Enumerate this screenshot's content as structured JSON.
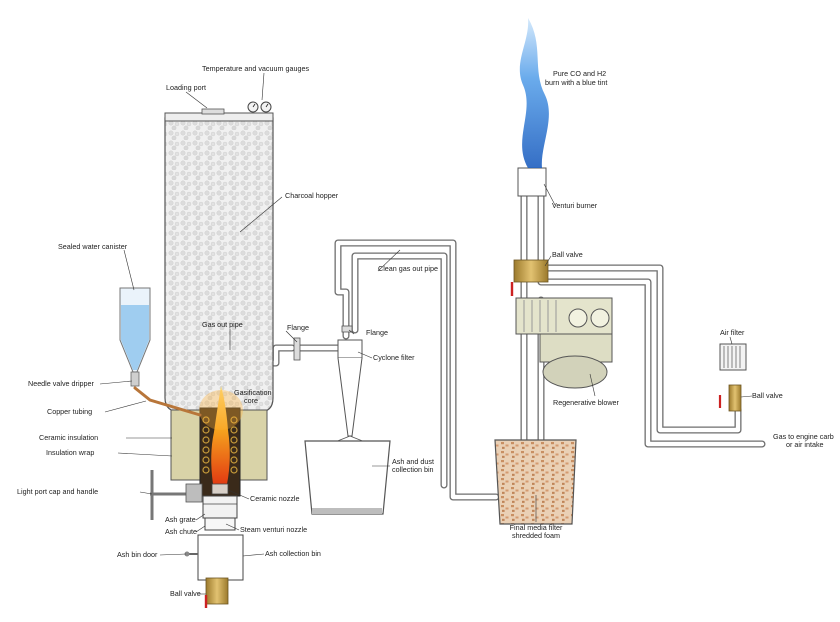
{
  "labels": {
    "gauges": "Temperature and vacuum gauges",
    "loading_port": "Loading port",
    "charcoal_hopper": "Charcoal hopper",
    "sealed_water": "Sealed water canister",
    "gas_out_pipe": "Gas out pipe",
    "flange1": "Flange",
    "flange2": "Flange",
    "clean_gas_pipe": "Clean gas out pipe",
    "cyclone_filter": "Cyclone filter",
    "gasification_core_1": "Gasification",
    "gasification_core_2": "core",
    "needle_valve": "Needle valve dripper",
    "copper_tubing": "Copper tubing",
    "ceramic_insulation": "Ceramic insulation",
    "insulation_wrap": "Insulation wrap",
    "light_port": "Light port cap and handle",
    "ceramic_nozzle": "Ceramic nozzle",
    "ash_grate": "Ash grate",
    "ash_chute": "Ash chute",
    "steam_venturi": "Steam venturi nozzle",
    "ash_bin_door": "Ash bin door",
    "ash_collection_bin": "Ash collection bin",
    "ball_valve_bottom": "Ball valve",
    "ash_dust_1": "Ash and dust",
    "ash_dust_2": "collection bin",
    "final_media_1": "Final media filter",
    "final_media_2": "shredded foam",
    "pure_co_1": "Pure CO and H2",
    "pure_co_2": "burn with a blue tint",
    "venturi_burner": "Venturi burner",
    "ball_valve_top": "Ball valve",
    "regenerative_blower": "Regenerative blower",
    "air_filter": "Air filter",
    "ball_valve_right": "Ball valve",
    "gas_engine_1": "Gas to engine carb",
    "gas_engine_2": "or air intake"
  },
  "colors": {
    "pipe": "#6e6e6e",
    "flame_blue": "#4a90d9",
    "fire_orange": "#f08a1c",
    "insulation": "#d9d3a8",
    "water": "#9fcdf0",
    "copper": "#b8763a",
    "foam": "#d7a984"
  }
}
